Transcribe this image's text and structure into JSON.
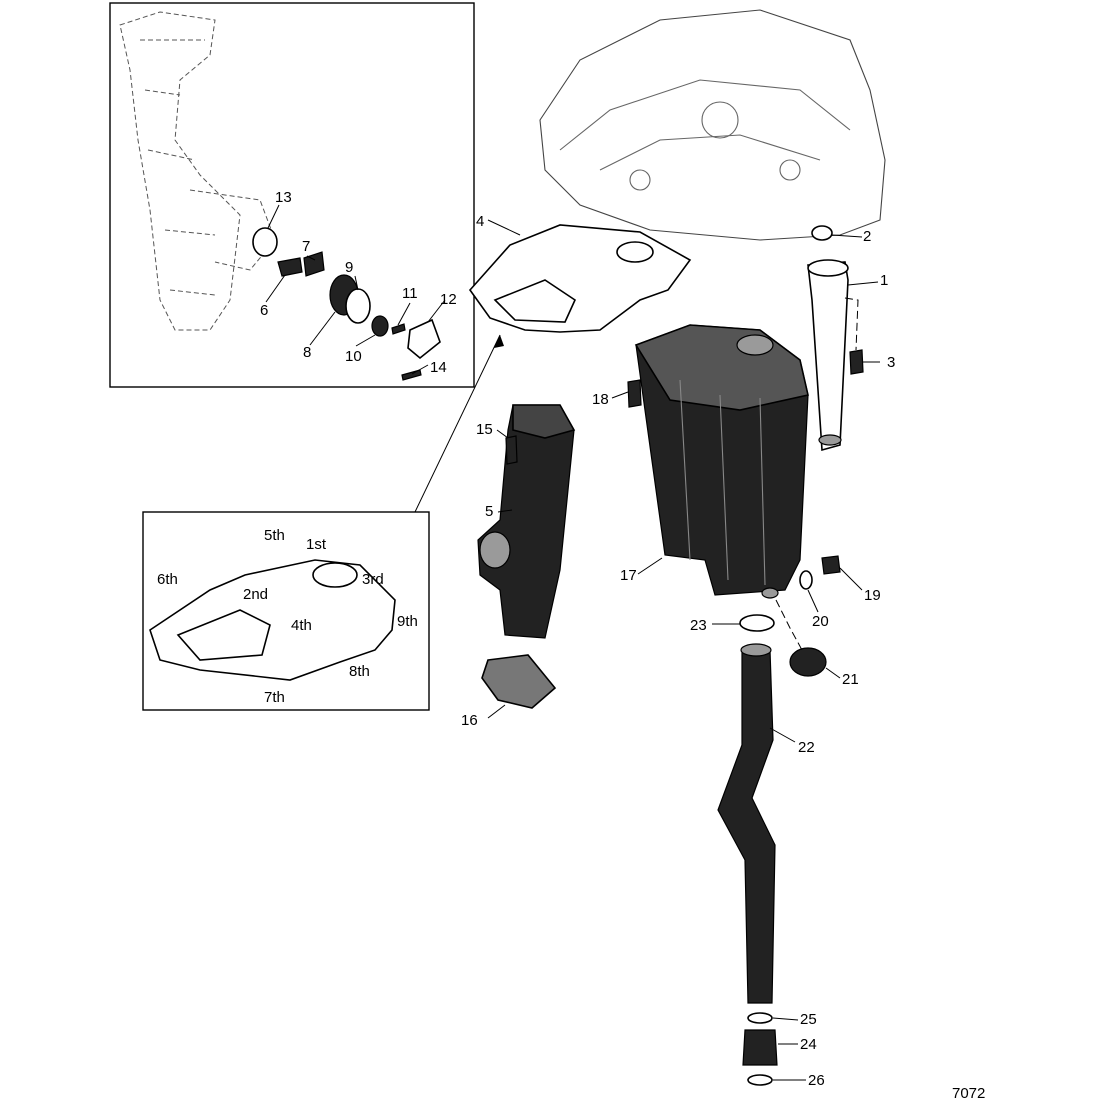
{
  "figure_number": "7072",
  "callouts": [
    "1",
    "2",
    "3",
    "4",
    "5",
    "6",
    "7",
    "8",
    "9",
    "10",
    "11",
    "12",
    "13",
    "14",
    "15",
    "16",
    "17",
    "18",
    "19",
    "20",
    "21",
    "22",
    "23",
    "24",
    "25",
    "26"
  ],
  "tightening_sequence": [
    "1st",
    "2nd",
    "3rd",
    "4th",
    "5th",
    "6th",
    "7th",
    "8th",
    "9th"
  ]
}
